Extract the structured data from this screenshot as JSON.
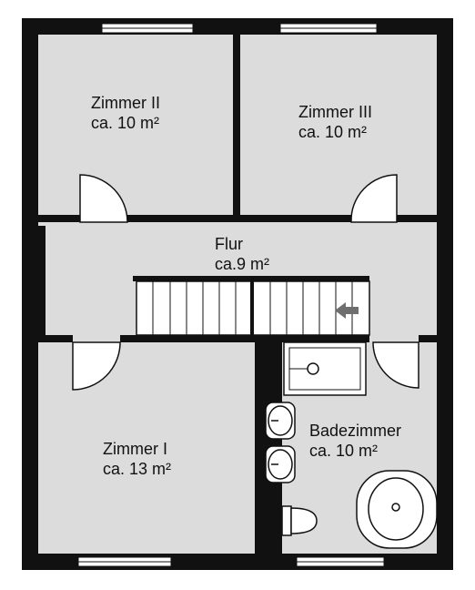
{
  "colors": {
    "wall": "#111111",
    "floor": "#dcdcdc",
    "fixture": "#ffffff",
    "arrow": "#6e6e6e",
    "background": "#ffffff"
  },
  "rooms": [
    {
      "id": "zimmer-2",
      "name": "Zimmer II",
      "area": "ca. 10 m²"
    },
    {
      "id": "zimmer-3",
      "name": "Zimmer III",
      "area": "ca. 10 m²"
    },
    {
      "id": "flur",
      "name": "Flur",
      "area": "ca.9 m²"
    },
    {
      "id": "zimmer-1",
      "name": "Zimmer I",
      "area": "ca. 13 m²"
    },
    {
      "id": "badezimmer",
      "name": "Badezimmer",
      "area": "ca. 10 m²"
    }
  ],
  "icons": {
    "stair_direction": "arrow-left-icon",
    "sinks": "sink-icon",
    "toilet": "toilet-icon",
    "bathtub": "bathtub-icon",
    "shower": "shower-icon"
  }
}
